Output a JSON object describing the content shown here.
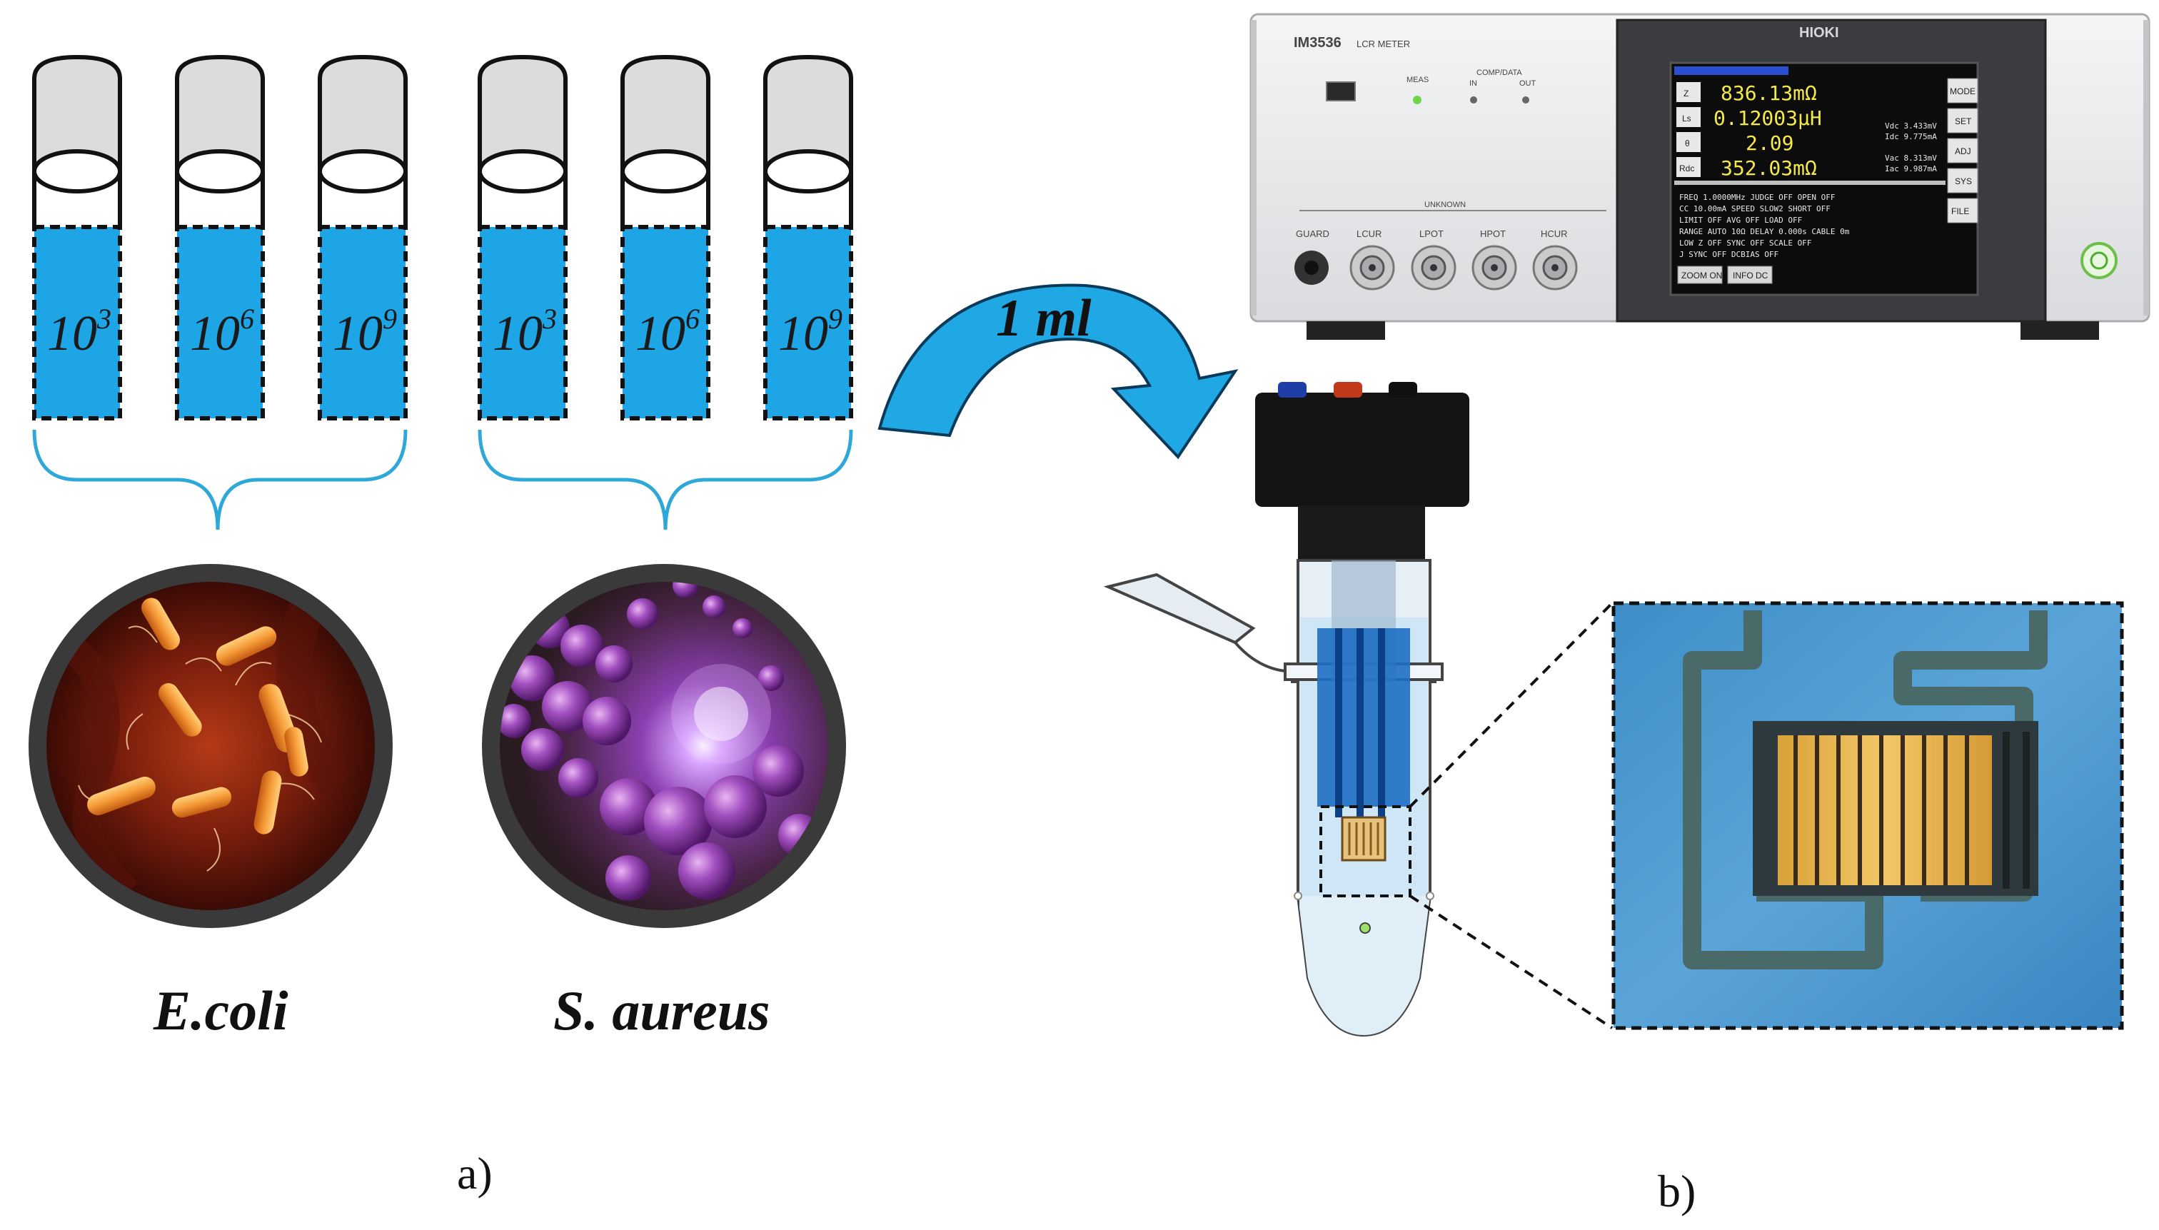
{
  "tubes": [
    {
      "base": "10",
      "exp": "3"
    },
    {
      "base": "10",
      "exp": "6"
    },
    {
      "base": "10",
      "exp": "9"
    },
    {
      "base": "10",
      "exp": "3"
    },
    {
      "base": "10",
      "exp": "6"
    },
    {
      "base": "10",
      "exp": "9"
    }
  ],
  "species": [
    "E.coli",
    "S. aureus"
  ],
  "transfer_label": "1 ml",
  "panel_labels": [
    "a)",
    "b)"
  ],
  "meter": {
    "brand": "HIOKI",
    "model": "IM3536",
    "model_suffix": "LCR METER",
    "readings": [
      {
        "param": "Z",
        "value": "836.13mΩ"
      },
      {
        "param": "Ls",
        "value": "0.12003μH"
      },
      {
        "param": "θ",
        "value": "2.09"
      },
      {
        "param": "Rdc",
        "value": "352.03mΩ"
      }
    ],
    "side_values": [
      "Vdc 3.433mV",
      "Idc 9.775mA",
      "Vac 8.313mV",
      "Iac 9.987mA"
    ],
    "menu_buttons": [
      "MODE",
      "SET",
      "ADJ",
      "SYS",
      "FILE"
    ],
    "settings": [
      "FREQ  1.0000MHz   JUDGE  OFF    OPEN   OFF",
      "CC    10.00mA     SPEED  SLOW2  SHORT  OFF",
      "LIMIT OFF         AVG    OFF    LOAD   OFF",
      "RANGE AUTO  10Ω   DELAY  0.000s CABLE  0m",
      "LOW Z OFF         SYNC   OFF    SCALE  OFF",
      "J SYNC OFF        DCBIAS OFF"
    ],
    "soft_keys": [
      "ZOOM ON",
      "INFO DC"
    ],
    "terminals": [
      "GUARD",
      "LCUR",
      "LPOT",
      "HPOT",
      "HCUR"
    ],
    "labels": {
      "meas": "MEAS",
      "comp": "COMP/DATA",
      "in": "IN",
      "out": "OUT",
      "unknown": "UNKNOWN"
    }
  },
  "colors": {
    "liquid": "#1ea5e6",
    "brace": "#2ea8d8",
    "arrow": "#1fa8e4",
    "tube_cap": "#dcdcdc",
    "lcd_bg": "#101010",
    "lcd_text": "#f4e94a"
  }
}
